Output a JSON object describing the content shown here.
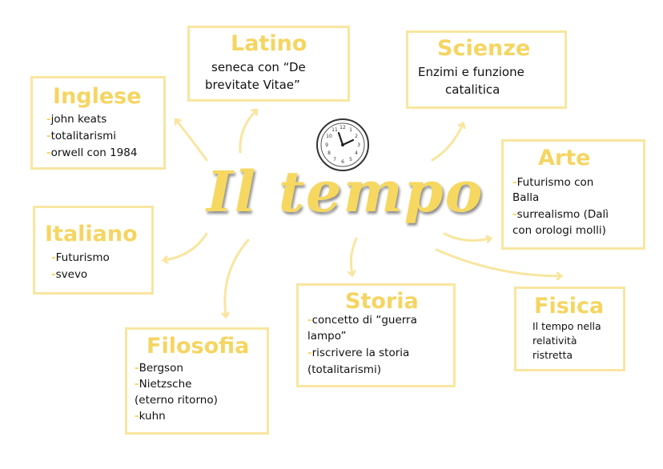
{
  "center": {
    "title": "Il tempo"
  },
  "boxes": {
    "latino": {
      "title": "Latino",
      "lines": [
        "seneca con “De",
        "brevitate Vitae”"
      ]
    },
    "scienze": {
      "title": "Scienze",
      "lines": [
        "Enzimi e funzione",
        "catalitica"
      ]
    },
    "inglese": {
      "title": "Inglese",
      "lines": [
        "-john keats",
        "-totalitarismi",
        "-orwell con 1984"
      ]
    },
    "arte": {
      "title": "Arte",
      "lines": [
        "-Futurismo con",
        "Balla",
        "-surrealismo (Dalì",
        "con orologi molli)"
      ]
    },
    "italiano": {
      "title": "Italiano",
      "lines": [
        "-Futurismo",
        "-svevo"
      ]
    },
    "storia": {
      "title": "Storia",
      "lines": [
        "-concetto di “guerra",
        "lampo”",
        "-riscrivere la storia",
        "(totalitarismi)"
      ]
    },
    "fisica": {
      "title": "Fisica",
      "lines": [
        "Il tempo nella",
        "relatività",
        "ristretta"
      ]
    },
    "filosofia": {
      "title": "Filosofia",
      "lines": [
        "-Bergson",
        "-Nietzsche",
        "(eterno ritorno)",
        "-kuhn"
      ]
    }
  },
  "icons": {
    "clock": "clock-icon",
    "arrow": "arrow-icon"
  },
  "colors": {
    "accent": "#f5d562",
    "border": "#f8e6a0",
    "arrow": "#f8e6a0",
    "text": "#111111"
  }
}
